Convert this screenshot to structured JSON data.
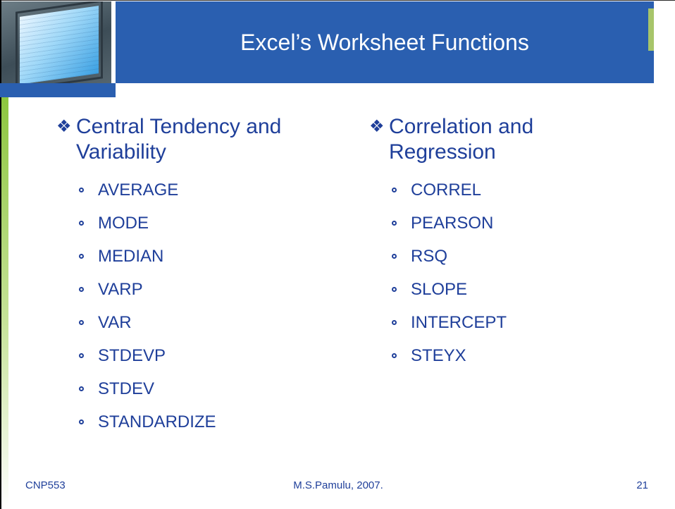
{
  "slide": {
    "title": "Excel’s Worksheet Functions",
    "colors": {
      "title_bar": "#2a5fb0",
      "text": "#1f3f9a",
      "accent_green": "#8dc63f"
    }
  },
  "columns": [
    {
      "heading": "Central Tendency and Variability",
      "bullet_icon": "diamond-bullet-icon",
      "items": [
        "AVERAGE",
        "MODE",
        "MEDIAN",
        "VARP",
        "VAR",
        "STDEVP",
        "STDEV",
        "STANDARDIZE"
      ]
    },
    {
      "heading": "Correlation and Regression",
      "bullet_icon": "diamond-bullet-icon",
      "items": [
        "CORREL",
        "PEARSON",
        "RSQ",
        "SLOPE",
        "INTERCEPT",
        "STEYX"
      ]
    }
  ],
  "footer": {
    "left": "CNP553",
    "center": "M.S.Pamulu, 2007.",
    "page_number": "21"
  }
}
